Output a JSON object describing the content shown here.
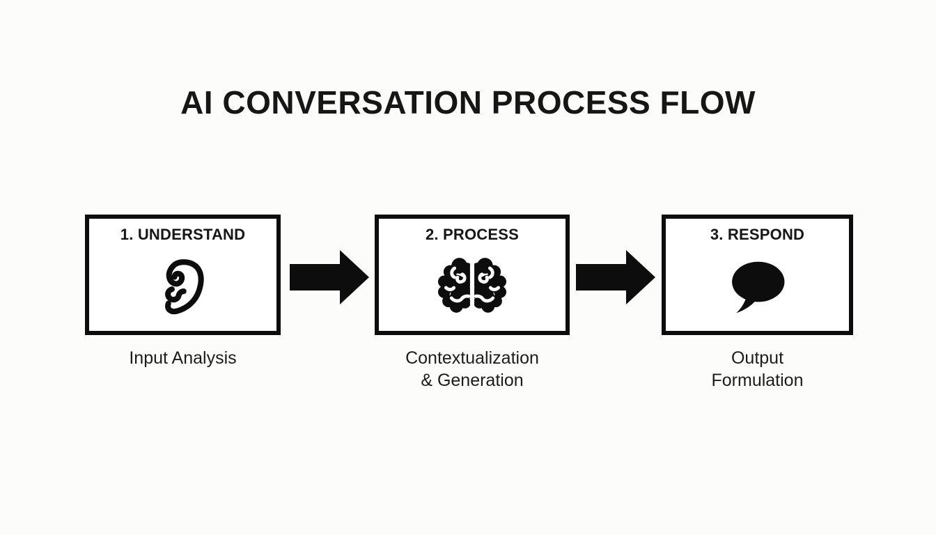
{
  "title": "AI CONVERSATION PROCESS FLOW",
  "colors": {
    "background": "#fcfcfb",
    "box_fill": "#ffffff",
    "ink": "#0d0d0d",
    "text": "#1c1c1c"
  },
  "steps": [
    {
      "heading": "1. UNDERSTAND",
      "icon": "ear-icon",
      "caption_lines": [
        "Input Analysis"
      ]
    },
    {
      "heading": "2. PROCESS",
      "icon": "brain-icon",
      "caption_lines": [
        "Contextualization",
        "& Generation"
      ]
    },
    {
      "heading": "3. RESPOND",
      "icon": "speech-bubble-icon",
      "caption_lines": [
        "Output",
        "Formulation"
      ]
    }
  ],
  "connectors": [
    {
      "icon": "arrow-right-icon"
    },
    {
      "icon": "arrow-right-icon"
    }
  ]
}
